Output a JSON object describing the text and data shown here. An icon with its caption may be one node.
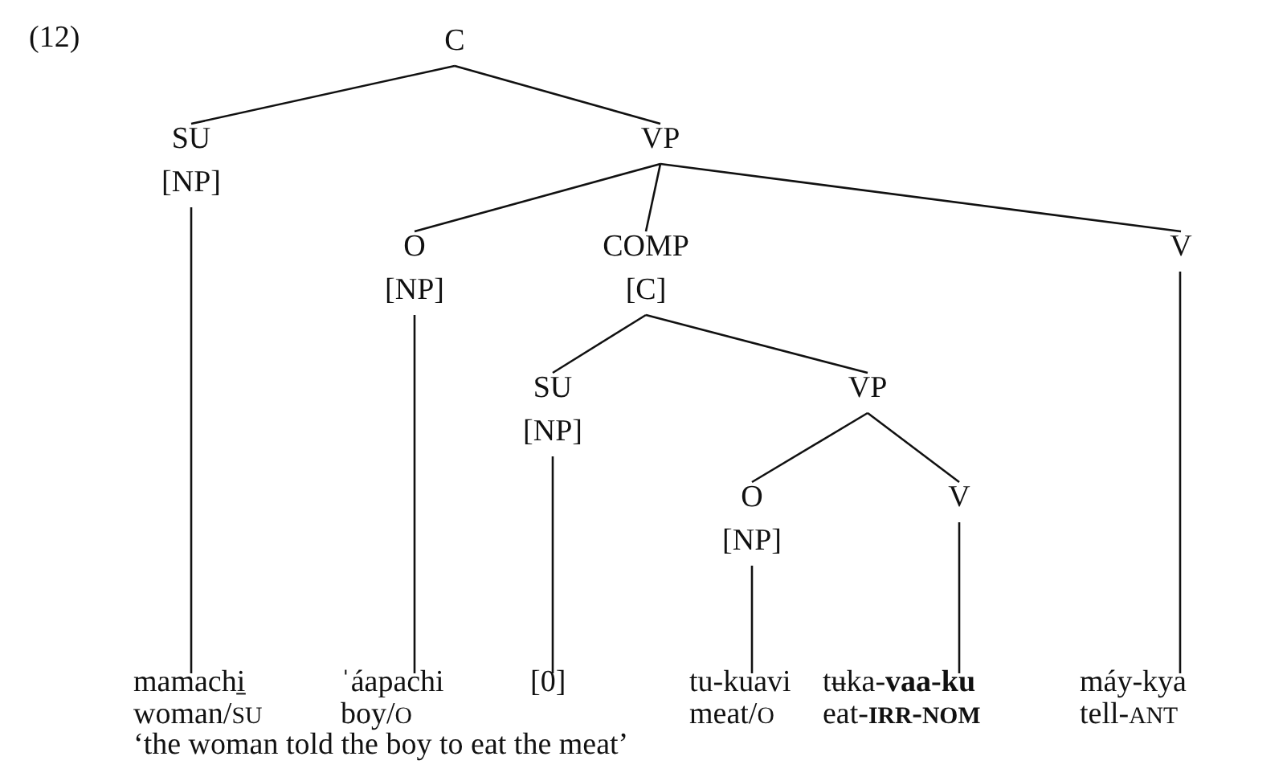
{
  "diagram": {
    "caption": "‘the woman told the boy to eat the meat’",
    "nodes": [
      {
        "text": [
          "C"
        ]
      },
      {
        "text": [
          "SU",
          "[NP]"
        ]
      },
      {
        "text": [
          "VP"
        ]
      },
      {
        "text": [
          "O",
          "[NP]"
        ]
      },
      {
        "text": [
          "COMP",
          "[C]"
        ]
      },
      {
        "text": [
          "V"
        ]
      },
      {
        "text": [
          "SU",
          "[NP]"
        ]
      },
      {
        "text": [
          "VP"
        ]
      },
      {
        "text": [
          "O",
          "[NP]"
        ]
      },
      {
        "text": [
          "V"
        ]
      },
      {
        "text": [
          "mamachi̱",
          "woman/SU"
        ]
      },
      {
        "text": [
          "ˈáapachi",
          "boy/O"
        ]
      },
      {
        "text": [
          "[0]"
        ]
      },
      {
        "text": [
          "tu-kuavi",
          "meat/O"
        ]
      },
      {
        "text": [
          "tʉka-**vaa-ku**",
          "eat-**IRR-NOM**"
        ]
      },
      {
        "text": [
          "máy-kya",
          "tell-ANT"
        ]
      }
    ],
    "edges": [
      {
        "from": 0,
        "to": 1,
        "arrow": "none"
      },
      {
        "from": 0,
        "to": 2,
        "arrow": "none"
      },
      {
        "from": 2,
        "to": 3,
        "arrow": "none"
      },
      {
        "from": 2,
        "to": 4,
        "arrow": "none"
      },
      {
        "from": 2,
        "to": 5,
        "arrow": "none"
      },
      {
        "from": 4,
        "to": 6,
        "arrow": "none"
      },
      {
        "from": 4,
        "to": 7,
        "arrow": "none"
      },
      {
        "from": 7,
        "to": 8,
        "arrow": "none"
      },
      {
        "from": 7,
        "to": 9,
        "arrow": "none"
      },
      {
        "from": 1,
        "to": 10,
        "arrow": "none"
      },
      {
        "from": 3,
        "to": 11,
        "arrow": "none"
      },
      {
        "from": 6,
        "to": 12,
        "arrow": "none"
      },
      {
        "from": 8,
        "to": 13,
        "arrow": "none"
      },
      {
        "from": 9,
        "to": 14,
        "arrow": "none"
      },
      {
        "from": 5,
        "to": 15,
        "arrow": "none"
      }
    ],
    "labels": [
      "(12)"
    ]
  }
}
